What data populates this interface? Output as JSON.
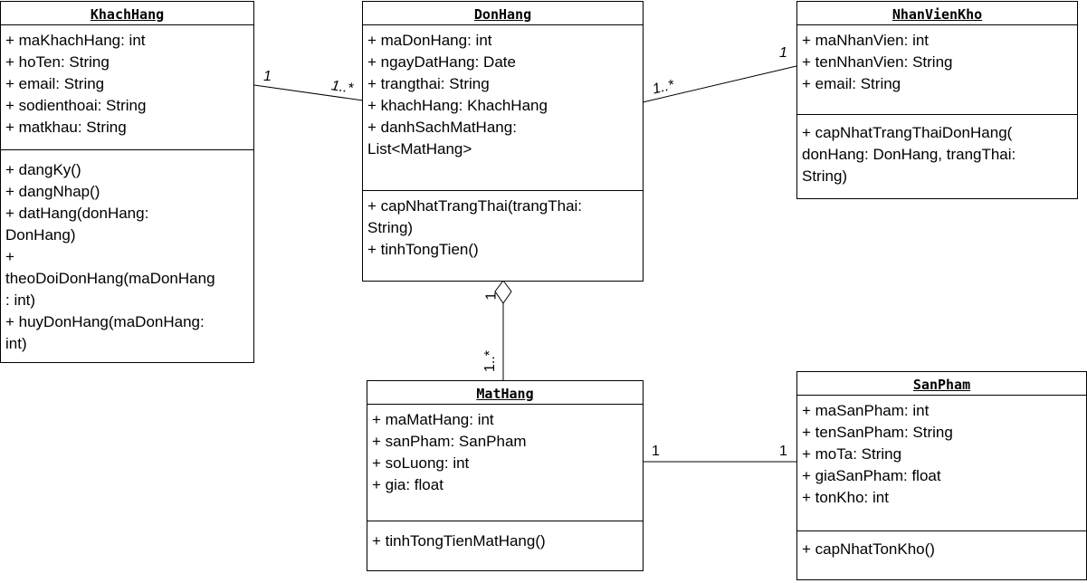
{
  "classes": {
    "khachhang": {
      "name": "KhachHang",
      "attributes": [
        "+ maKhachHang: int",
        "+ hoTen: String",
        "+ email: String",
        "+ sodienthoai: String",
        "+ matkhau: String"
      ],
      "methods": [
        "+ dangKy()",
        "+ dangNhap()",
        "+ datHang(donHang:",
        "DonHang)",
        "+",
        "theoDoiDonHang(maDonHang",
        ": int)",
        "+ huyDonHang(maDonHang:",
        "int)"
      ]
    },
    "donhang": {
      "name": "DonHang",
      "attributes": [
        "+ maDonHang: int",
        "+ ngayDatHang: Date",
        "+ trangthai: String",
        "+ khachHang: KhachHang",
        "+ danhSachMatHang:",
        "List<MatHang>"
      ],
      "methods": [
        "+ capNhatTrangThai(trangThai:",
        "String)",
        "+ tinhTongTien()"
      ]
    },
    "nhanvienkho": {
      "name": "NhanVienKho",
      "attributes": [
        "+ maNhanVien: int",
        "+ tenNhanVien: String",
        "+ email: String"
      ],
      "methods": [
        "+ capNhatTrangThaiDonHang(",
        "donHang: DonHang, trangThai:",
        "String)"
      ]
    },
    "mathang": {
      "name": "MatHang",
      "attributes": [
        "+ maMatHang: int",
        "+ sanPham: SanPham",
        "+ soLuong: int",
        "+ gia: float"
      ],
      "methods": [
        "+ tinhTongTienMatHang()"
      ]
    },
    "sanpham": {
      "name": "SanPham",
      "attributes": [
        "+ maSanPham: int",
        "+ tenSanPham: String",
        "+ moTa: String",
        "+ giaSanPham: float",
        "+ tonKho: int"
      ],
      "methods": [
        "+ capNhatTonKho()"
      ]
    }
  },
  "multiplicities": {
    "kh_dh_kh": "1",
    "kh_dh_dh": "1..*",
    "dh_nv_dh": "1..*",
    "dh_nv_nv": "1",
    "dh_mh_dh": "1",
    "dh_mh_mh": "1..*",
    "mh_sp_mh": "1",
    "mh_sp_sp": "1"
  }
}
